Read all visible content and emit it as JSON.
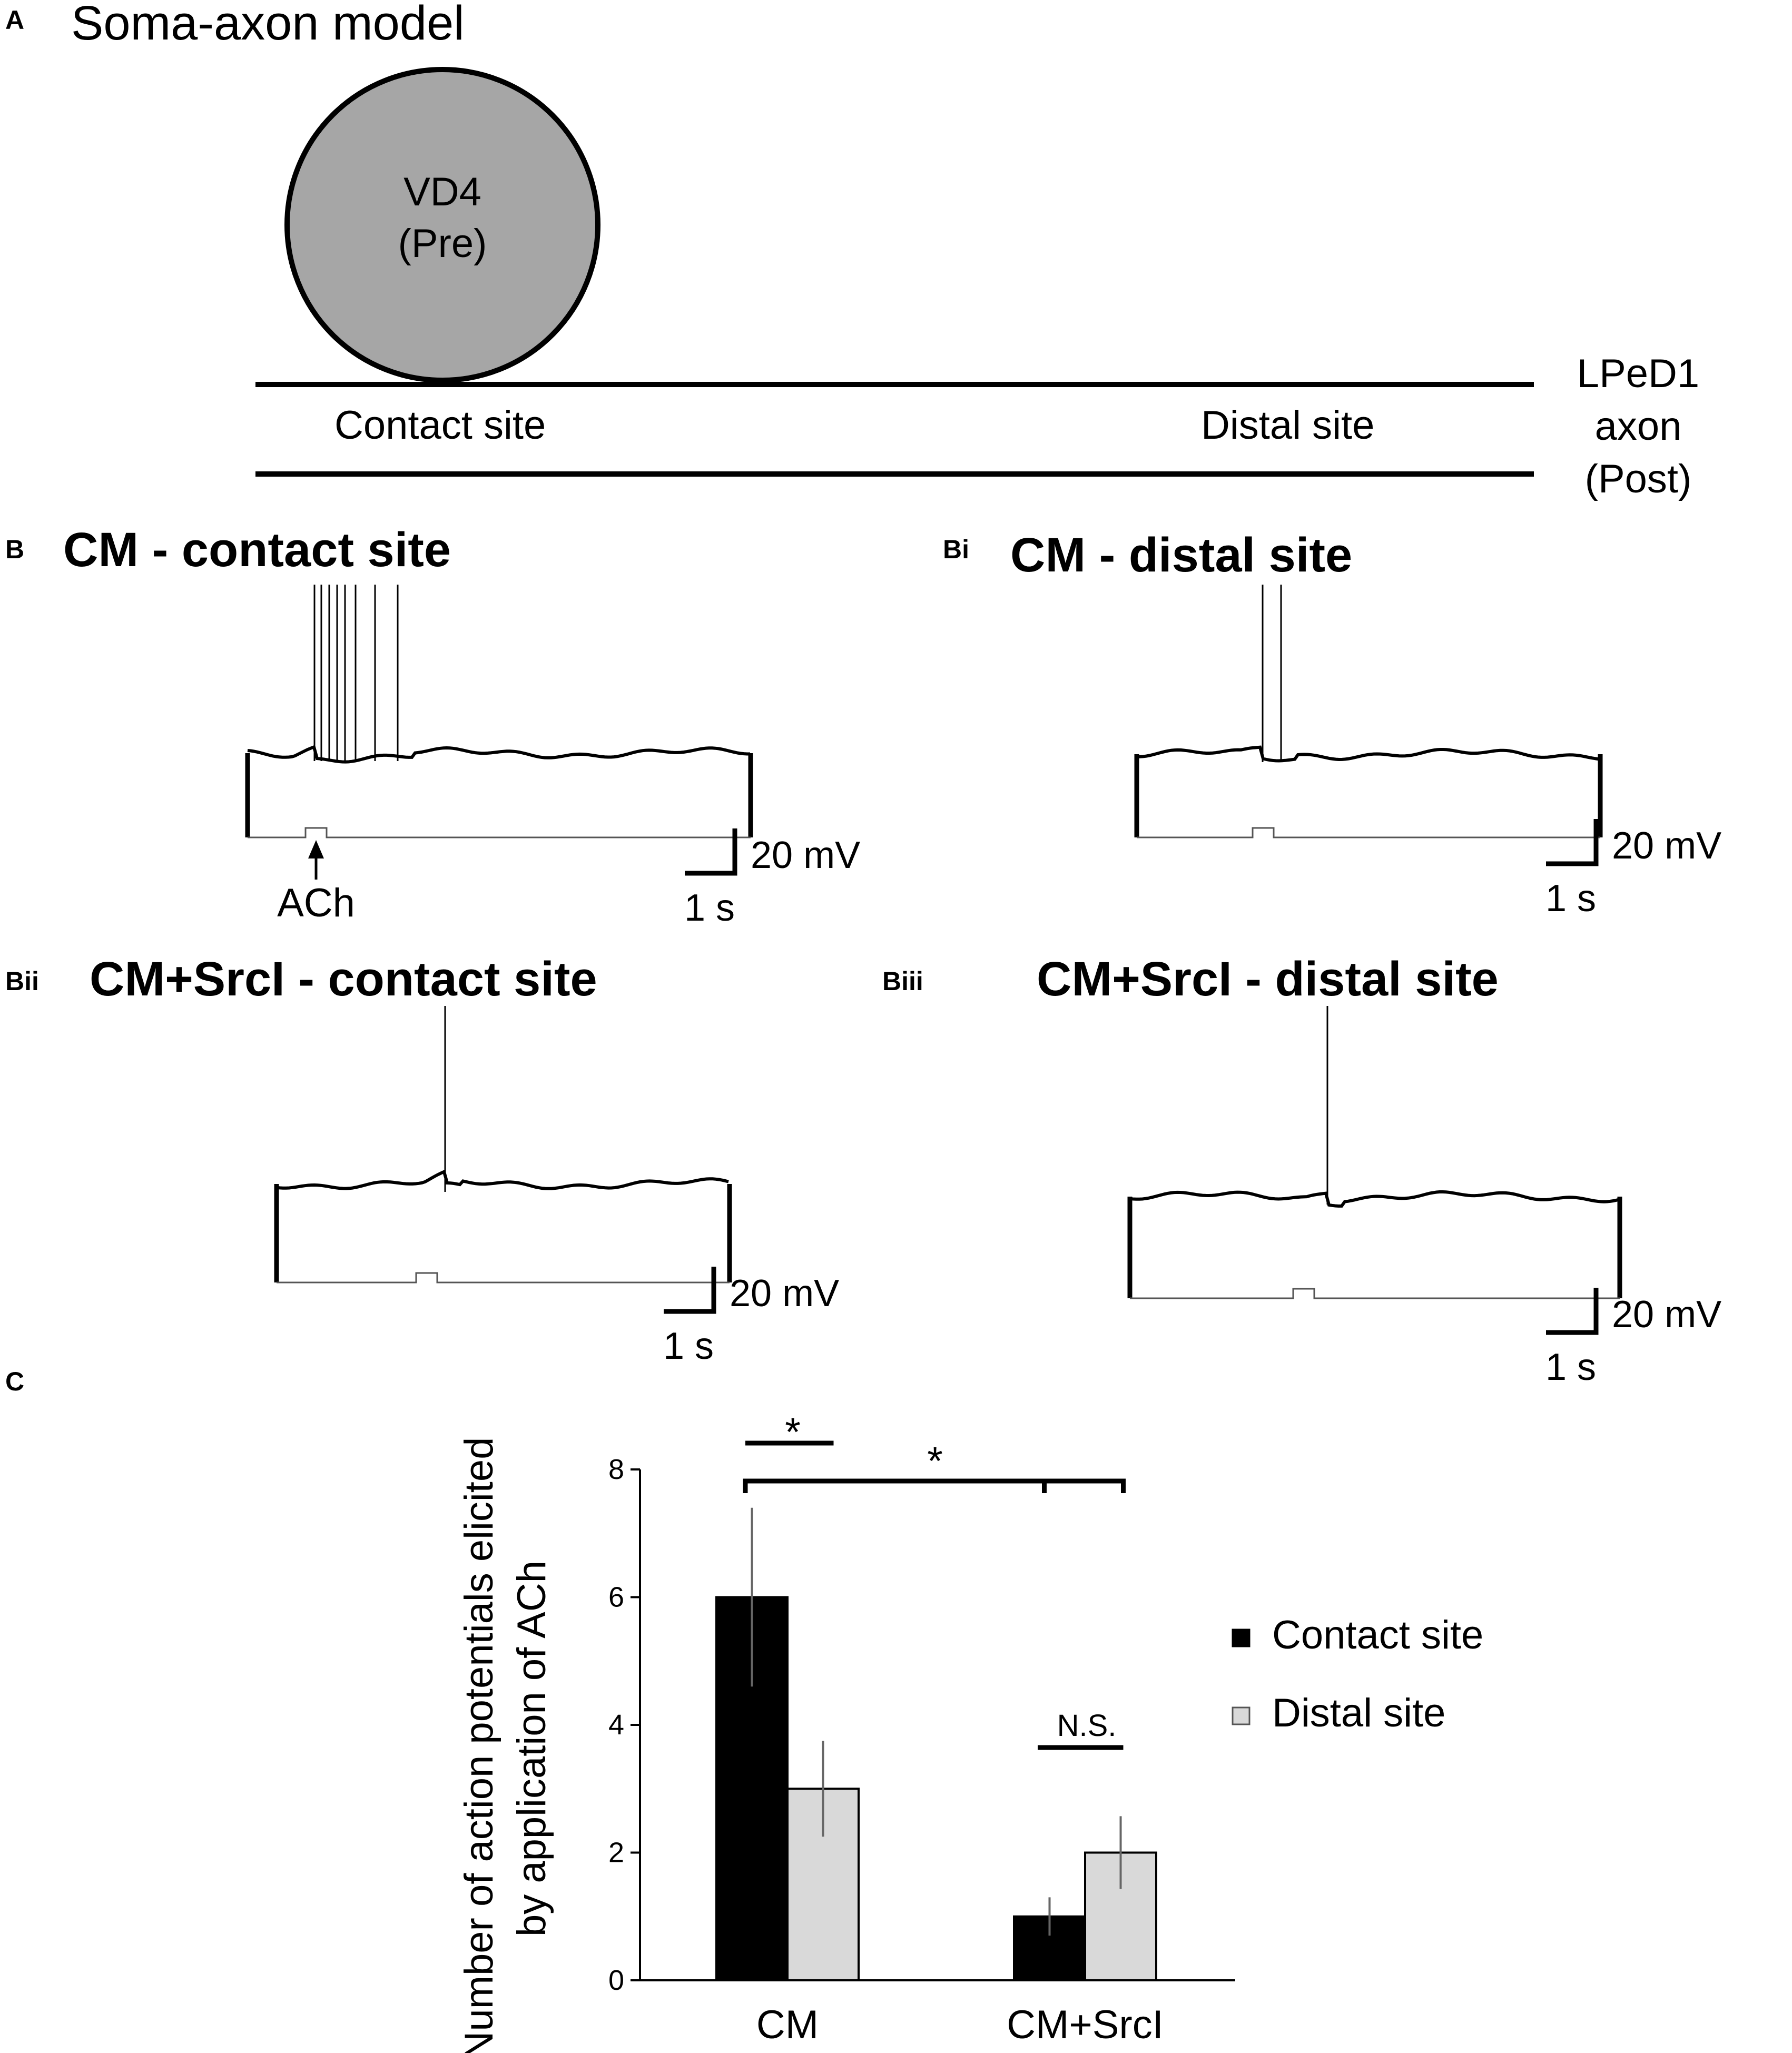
{
  "panel_a": {
    "letter": "A",
    "title": "Soma-axon model",
    "soma": {
      "line1": "VD4",
      "line2": "(Pre)"
    },
    "contact_label": "Contact site",
    "distal_label": "Distal site",
    "axon_label": {
      "line1": "LPeD1",
      "line2": "axon",
      "line3": "(Post)"
    }
  },
  "traces": [
    {
      "letter": "B",
      "title": "CM - contact site",
      "spikes": 8,
      "stim_label": "ACh",
      "scale_v": "20 mV",
      "scale_t": "1 s"
    },
    {
      "letter": "Bi",
      "title": "CM - distal site",
      "spikes": 2,
      "scale_v": "20 mV",
      "scale_t": "1 s"
    },
    {
      "letter": "Bii",
      "title": "CM+SrcI - contact site",
      "spikes": 1,
      "scale_v": "20 mV",
      "scale_t": "1 s"
    },
    {
      "letter": "Biii",
      "title": "CM+SrcI - distal site",
      "spikes": 1,
      "scale_v": "20 mV",
      "scale_t": "1 s"
    }
  ],
  "panel_c": {
    "letter": "C"
  },
  "chart_data": {
    "type": "bar",
    "categories": [
      "CM",
      "CM+SrcI"
    ],
    "series": [
      {
        "name": "Contact site",
        "values": [
          6,
          1
        ],
        "errors": [
          1.4,
          0.3
        ],
        "color": "#000000"
      },
      {
        "name": "Distal site",
        "values": [
          3,
          2
        ],
        "errors": [
          0.75,
          0.57
        ],
        "color": "#d9d9d9"
      }
    ],
    "ylabel_line1": "Number of action potentials elicited",
    "ylabel_line2": "by application of ACh",
    "ylim": [
      0,
      8
    ],
    "yticks": [
      0,
      2,
      4,
      6,
      8
    ],
    "legend_position": "right",
    "significance": [
      {
        "label": "*",
        "between": "CM contact site vs CM distal site"
      },
      {
        "label": "*",
        "between": "CM contact site vs CM+SrcI"
      },
      {
        "label": "N.S.",
        "between": "CM+SrcI contact site vs CM+SrcI distal site"
      }
    ]
  }
}
